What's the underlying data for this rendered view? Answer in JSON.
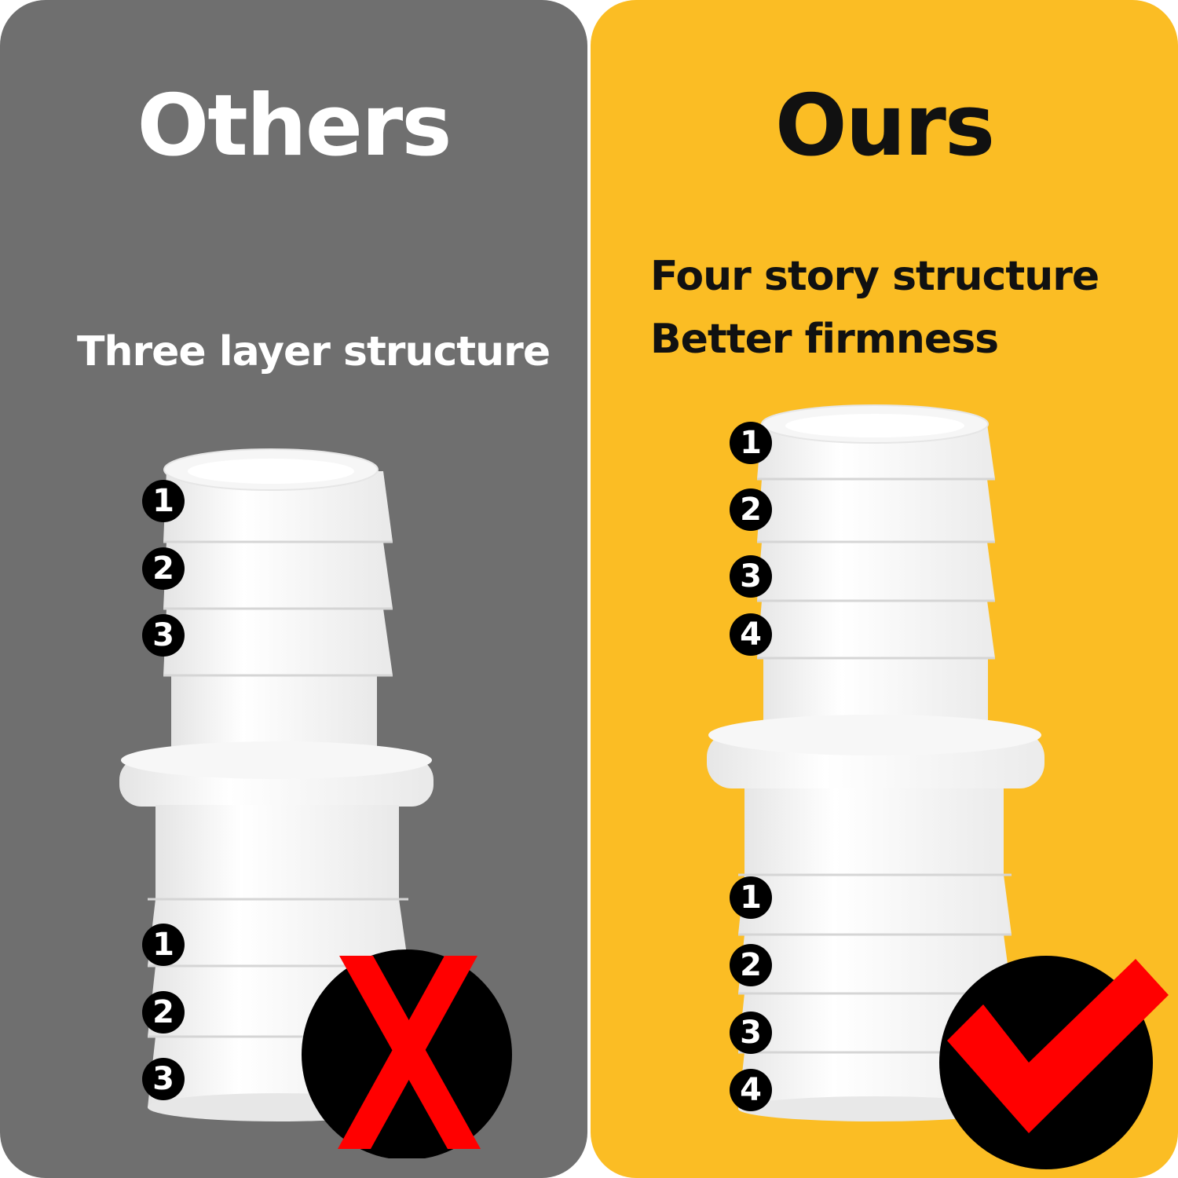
{
  "left_panel": {
    "title": "Others",
    "caption": "Three layer structure",
    "top_layers": [
      "1",
      "2",
      "3"
    ],
    "bottom_layers": [
      "1",
      "2",
      "3"
    ],
    "verdict_icon": "red-x-icon",
    "background_color": "#6f6f6f"
  },
  "right_panel": {
    "title": "Ours",
    "caption_line_1": "Four story structure",
    "caption_line_2": "Better firmness",
    "top_layers": [
      "1",
      "2",
      "3",
      "4"
    ],
    "bottom_layers": [
      "1",
      "2",
      "3",
      "4"
    ],
    "verdict_icon": "red-check-icon",
    "background_color": "#fbbd24"
  },
  "colors": {
    "mark_red": "#ff0000",
    "badge_black": "#000000",
    "fitting_white": "#f4f4f4"
  }
}
